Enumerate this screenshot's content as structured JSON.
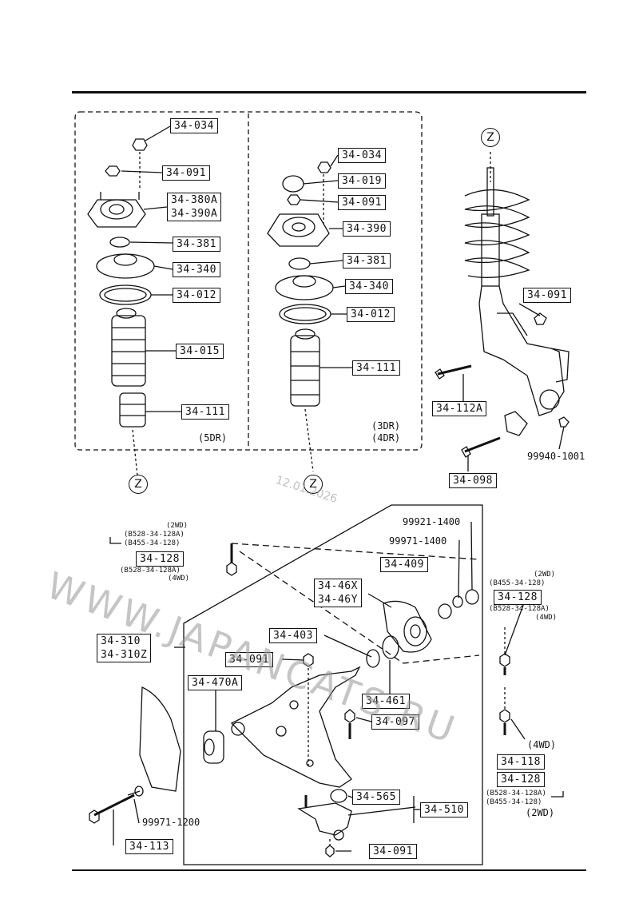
{
  "labels": {
    "p34034a": "34-034",
    "p34091a": "34-091",
    "p34380a": "34-380A\n34-390A",
    "p34381a": "34-381",
    "p34340a": "34-340",
    "p34012a": "34-012",
    "p34015": "34-015",
    "p34111a": "34-111",
    "p34034b": "34-034",
    "p34019": "34-019",
    "p34091b": "34-091",
    "p34390": "34-390",
    "p34381b": "34-381",
    "p34340b": "34-340",
    "p34012b": "34-012",
    "p34111b": "34-111",
    "p34091c": "34-091",
    "p34112a": "34-112A",
    "p34098": "34-098",
    "p34128a": "34-128",
    "p34409": "34-409",
    "p3446x": "34-46X\n34-46Y",
    "p34128b": "34-128",
    "p34310": "34-310\n34-310Z",
    "p34403": "34-403",
    "p34091d": "34-091",
    "p34470a": "34-470A",
    "p34461": "34-461",
    "p34097": "34-097",
    "p34118": "34-118",
    "p34128c": "34-128",
    "p34565": "34-565",
    "p34510": "34-510",
    "p34113": "34-113",
    "p34091e": "34-091"
  },
  "texts": {
    "fivedr": "(5DR)",
    "threedr": "(3DR)",
    "fourdr": "(4DR)",
    "n999401001": "99940-1001",
    "n999211400": "99921-1400",
    "n999711400": "99971-1400",
    "n999711200": "99971-1200",
    "twowd_a": "(2WD)",
    "b528a": "(B528-34-128A)",
    "b455a": "(B455-34-128)",
    "b528b": "(B528-34-128A)",
    "fourwd_a": "(4WD)",
    "twowd_b": "(2WD)",
    "b455b": "(B455-34-128)",
    "b528c": "(B528-34-128A)",
    "fourwd_b": "(4WD)",
    "fourwd_c": "(4WD)",
    "b528d": "(B528-34-128A)",
    "b455c": "(B455-34-128)",
    "twowd_c": "(2WD)"
  },
  "markers": {
    "z": "Z"
  },
  "watermark": {
    "site": "WWW.JAPANCATS.RU",
    "date": "12.01.2026"
  }
}
